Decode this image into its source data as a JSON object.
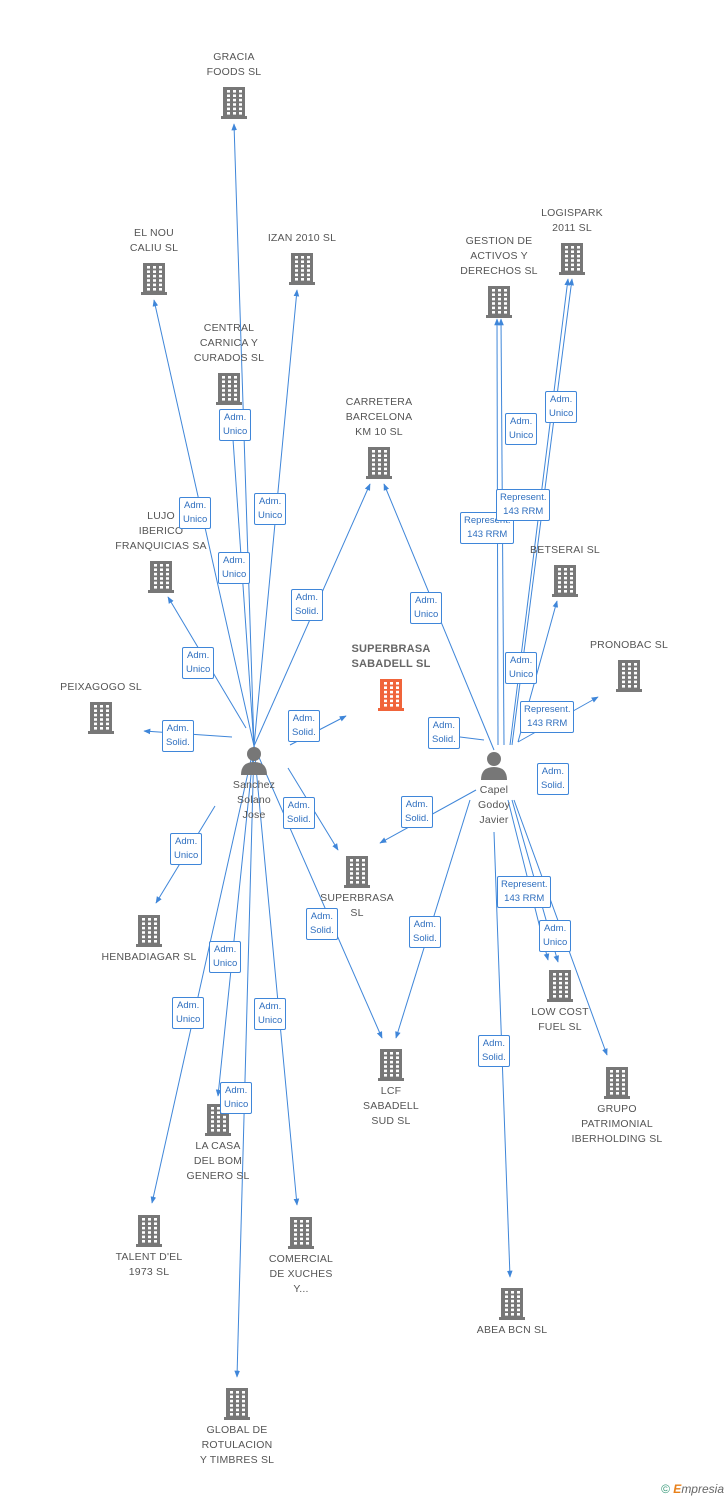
{
  "colors": {
    "edge": "#3f86d9",
    "company": "#777777",
    "company_center": "#f0643a",
    "person": "#777777"
  },
  "center": {
    "id": "superbrasa_sabadell",
    "label_lines": [
      "SUPERBRASA",
      "SABADELL SL"
    ],
    "icon": "building-icon"
  },
  "persons": [
    {
      "id": "sanchez",
      "label_lines": [
        "Sanchez",
        "Solano",
        "Jose"
      ],
      "icon": "person-icon"
    },
    {
      "id": "capel",
      "label_lines": [
        "Capel",
        "Godoy",
        "Javier"
      ],
      "icon": "person-icon"
    }
  ],
  "companies": [
    {
      "id": "gracia",
      "label_lines": [
        "GRACIA",
        "FOODS  SL"
      ],
      "icon": "building-icon"
    },
    {
      "id": "elnou",
      "label_lines": [
        "EL NOU",
        "CALIU  SL"
      ],
      "icon": "building-icon"
    },
    {
      "id": "izan",
      "label_lines": [
        "IZAN 2010  SL"
      ],
      "icon": "building-icon"
    },
    {
      "id": "central",
      "label_lines": [
        "CENTRAL",
        "CARNICA Y",
        "CURADOS  SL"
      ],
      "icon": "building-icon"
    },
    {
      "id": "carretera",
      "label_lines": [
        "CARRETERA",
        "BARCELONA",
        "KM 10  SL"
      ],
      "icon": "building-icon"
    },
    {
      "id": "lujo",
      "label_lines": [
        "LUJO",
        "IBERICO",
        "FRANQUICIAS SA"
      ],
      "icon": "building-icon"
    },
    {
      "id": "peixagogo",
      "label_lines": [
        "PEIXAGOGO  SL"
      ],
      "icon": "building-icon"
    },
    {
      "id": "gestion",
      "label_lines": [
        "GESTION DE",
        "ACTIVOS Y",
        "DERECHOS SL"
      ],
      "icon": "building-icon"
    },
    {
      "id": "logispark",
      "label_lines": [
        "LOGISPARK",
        "2011 SL"
      ],
      "icon": "building-icon"
    },
    {
      "id": "betserai",
      "label_lines": [
        "BETSERAI SL"
      ],
      "icon": "building-icon"
    },
    {
      "id": "pronobac",
      "label_lines": [
        "PRONOBAC SL"
      ],
      "icon": "building-icon"
    },
    {
      "id": "superbrasa",
      "label_lines": [
        "SUPERBRASA",
        "SL"
      ],
      "icon": "building-icon"
    },
    {
      "id": "henbadiagar",
      "label_lines": [
        "HENBADIAGAR SL"
      ],
      "icon": "building-icon"
    },
    {
      "id": "lcf",
      "label_lines": [
        "LCF",
        "SABADELL",
        "SUD  SL"
      ],
      "icon": "building-icon"
    },
    {
      "id": "lowcost",
      "label_lines": [
        "LOW COST",
        "FUEL  SL"
      ],
      "icon": "building-icon"
    },
    {
      "id": "grupo",
      "label_lines": [
        "GRUPO",
        "PATRIMONIAL",
        "IBERHOLDING SL"
      ],
      "icon": "building-icon"
    },
    {
      "id": "lacasa",
      "label_lines": [
        "LA CASA",
        "DEL BOM",
        "GENERO  SL"
      ],
      "icon": "building-icon"
    },
    {
      "id": "talent",
      "label_lines": [
        "TALENT D'EL",
        "1973  SL"
      ],
      "icon": "building-icon"
    },
    {
      "id": "comercial",
      "label_lines": [
        "COMERCIAL",
        "DE XUCHES",
        "Y..."
      ],
      "icon": "building-icon"
    },
    {
      "id": "abea",
      "label_lines": [
        "ABEA BCN SL"
      ],
      "icon": "building-icon"
    },
    {
      "id": "global",
      "label_lines": [
        "GLOBAL DE",
        "ROTULACION",
        "Y TIMBRES  SL"
      ],
      "icon": "building-icon"
    }
  ],
  "edges": [
    {
      "from": "sanchez",
      "to": "gracia",
      "label_lines": [
        "Adm.",
        "Unico"
      ]
    },
    {
      "from": "sanchez",
      "to": "elnou",
      "label_lines": [
        "Adm.",
        "Unico"
      ]
    },
    {
      "from": "sanchez",
      "to": "izan",
      "label_lines": [
        "Adm.",
        "Unico"
      ]
    },
    {
      "from": "sanchez",
      "to": "central",
      "label_lines": [
        "Adm.",
        "Unico"
      ]
    },
    {
      "from": "sanchez",
      "to": "carretera",
      "label_lines": [
        "Adm.",
        "Solid."
      ]
    },
    {
      "from": "sanchez",
      "to": "lujo",
      "label_lines": [
        "Adm.",
        "Unico"
      ]
    },
    {
      "from": "sanchez",
      "to": "peixagogo",
      "label_lines": [
        "Adm.",
        "Solid."
      ]
    },
    {
      "from": "sanchez",
      "to": "superbrasa_sabadell",
      "label_lines": [
        "Adm.",
        "Solid."
      ]
    },
    {
      "from": "sanchez",
      "to": "superbrasa",
      "label_lines": [
        "Adm.",
        "Solid."
      ]
    },
    {
      "from": "sanchez",
      "to": "henbadiagar",
      "label_lines": [
        "Adm.",
        "Unico"
      ]
    },
    {
      "from": "sanchez",
      "to": "lcf",
      "label_lines": [
        "Adm.",
        "Solid."
      ]
    },
    {
      "from": "sanchez",
      "to": "lacasa",
      "label_lines": [
        "Adm.",
        "Unico"
      ]
    },
    {
      "from": "sanchez",
      "to": "talent",
      "label_lines": [
        "Adm.",
        "Unico"
      ]
    },
    {
      "from": "sanchez",
      "to": "comercial",
      "label_lines": [
        "Adm.",
        "Unico"
      ]
    },
    {
      "from": "sanchez",
      "to": "global",
      "label_lines": [
        "Adm.",
        "Unico"
      ]
    },
    {
      "from": "capel",
      "to": "carretera",
      "label_lines": [
        "Adm.",
        "Unico"
      ]
    },
    {
      "from": "capel",
      "to": "gestion",
      "label_lines": [
        "Represent.",
        "143 RRM"
      ]
    },
    {
      "from": "capel",
      "to": "gestion",
      "label_lines": [
        "Adm.",
        "Unico"
      ]
    },
    {
      "from": "capel",
      "to": "logispark",
      "label_lines": [
        "Represent.",
        "143 RRM"
      ]
    },
    {
      "from": "capel",
      "to": "logispark",
      "label_lines": [
        "Adm.",
        "Unico"
      ]
    },
    {
      "from": "capel",
      "to": "betserai",
      "label_lines": [
        "Adm.",
        "Unico"
      ]
    },
    {
      "from": "capel",
      "to": "pronobac",
      "label_lines": [
        "Represent.",
        "143 RRM"
      ]
    },
    {
      "from": "capel",
      "to": "superbrasa_sabadell",
      "label_lines": [
        "Adm.",
        "Solid."
      ]
    },
    {
      "from": "capel",
      "to": "superbrasa",
      "label_lines": [
        "Adm.",
        "Solid."
      ]
    },
    {
      "from": "capel",
      "to": "lcf",
      "label_lines": [
        "Adm.",
        "Solid."
      ]
    },
    {
      "from": "capel",
      "to": "lowcost",
      "label_lines": [
        "Represent.",
        "143 RRM"
      ]
    },
    {
      "from": "capel",
      "to": "lowcost",
      "label_lines": [
        "Adm.",
        "Unico"
      ]
    },
    {
      "from": "capel",
      "to": "grupo",
      "label_lines": [
        "Adm.",
        "Solid."
      ]
    },
    {
      "from": "capel",
      "to": "abea",
      "label_lines": [
        "Adm.",
        "Solid."
      ]
    }
  ],
  "footer": {
    "copyright": "©",
    "brand_initial": "E",
    "brand_rest": "mpresia"
  }
}
